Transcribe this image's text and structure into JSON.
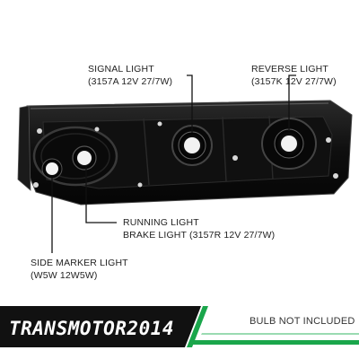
{
  "callouts": {
    "signal": {
      "title": "SIGNAL LIGHT",
      "spec": "(3157A  12V 27/7W)"
    },
    "reverse": {
      "title": "REVERSE LIGHT",
      "spec": "(3157K  12V 27/7W)"
    },
    "running": {
      "title": "RUNNING LIGHT",
      "spec": "BRAKE LIGHT (3157R  12V 27/7W)"
    },
    "side": {
      "title": "SIDE MARKER LIGHT",
      "spec": "(W5W 12W5W)"
    }
  },
  "banner": {
    "brand": "TRANSMOTOR2014",
    "notice": "BULB NOT INCLUDED",
    "colors": {
      "brand_bg": "#111111",
      "accent_green": "#1aa64b",
      "brand_text": "#ffffff"
    }
  },
  "colors": {
    "housing": "#0b0b0b",
    "housing_edge": "#3a3a3a",
    "pointer_line": "#111111"
  }
}
